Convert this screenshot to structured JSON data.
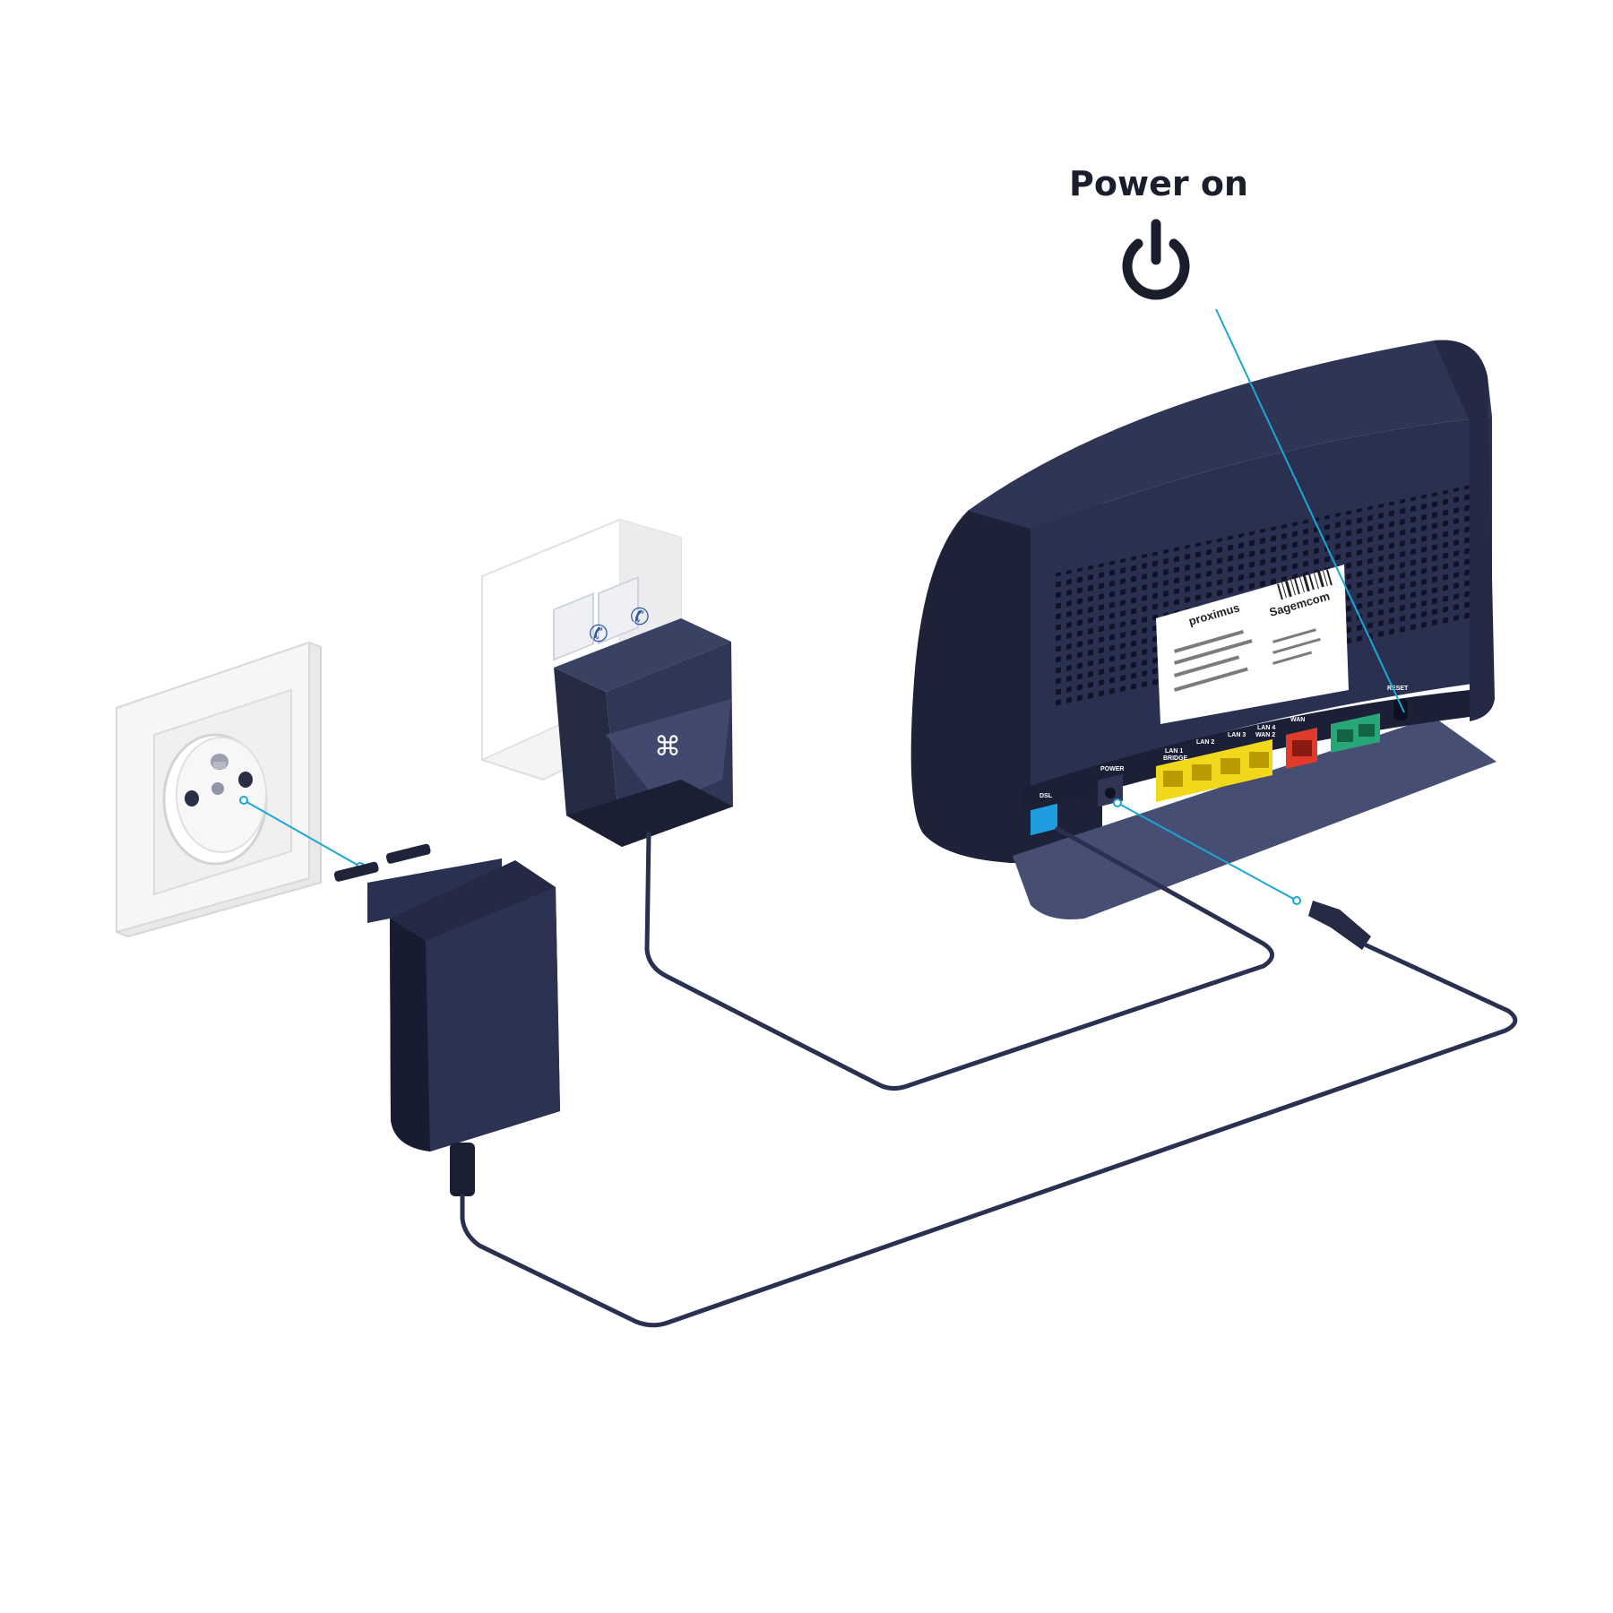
{
  "header": {
    "power_label": "Power on"
  },
  "router": {
    "ports": {
      "dsl": "DSL",
      "power": "POWER",
      "lan1": "LAN 1",
      "lan1_sub": "BRIDGE",
      "lan2": "LAN 2",
      "lan3": "LAN 3",
      "lan4": "LAN 4",
      "lan4_sub": "WAN 2",
      "wan": "WAN",
      "reset": "RESET"
    },
    "sticker": {
      "left_brand": "proximus",
      "right_brand": "Sagemcom"
    }
  },
  "colors": {
    "device_navy": "#2b3250",
    "device_dark": "#1c2036",
    "cable": "#2a3150",
    "guide_line": "#1aa6d6",
    "dsl_port": "#1e9ee0",
    "lan_port": "#f2d81a",
    "wan_port": "#e03a2a",
    "phone_port": "#27a67a",
    "wall_plate": "#f3f3f3"
  },
  "icons": [
    "power-icon",
    "phone-icon",
    "proximus-logo-icon",
    "ce-mark-icon"
  ]
}
